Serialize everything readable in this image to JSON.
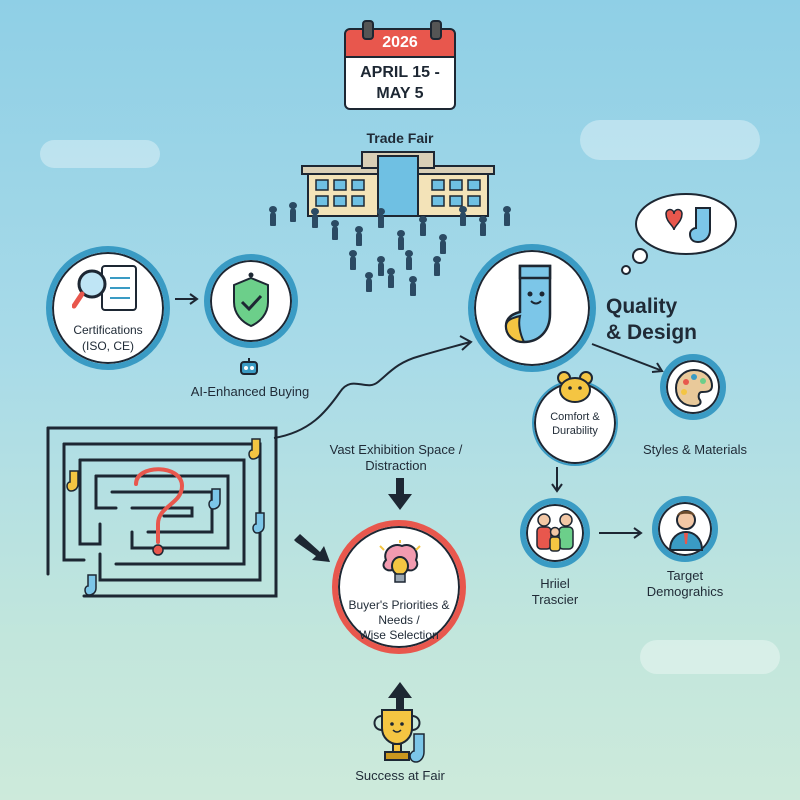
{
  "calendar": {
    "year": "2026",
    "dates_line1": "APRIL 15 -",
    "dates_line2": "MAY 5"
  },
  "trade_fair": {
    "title": "Trade Fair"
  },
  "certifications": {
    "label_line1": "Certifications",
    "label_line2": "(ISO, CE)"
  },
  "ai_buying": {
    "label": "AI-Enhanced Buying"
  },
  "quality_design": {
    "line1": "Quality",
    "line2": "& Design"
  },
  "comfort": {
    "line1": "Comfort &",
    "line2": "Durability"
  },
  "styles": {
    "label": "Styles & Materials"
  },
  "exhibition": {
    "line1": "Vast Exhibition Space /",
    "line2": "Distraction"
  },
  "priorities": {
    "line1": "Buyer's Priorities &",
    "line2": "Needs /",
    "line3": "Wise Selection"
  },
  "hriel": {
    "line1": "Hriiel",
    "line2": "Trascier"
  },
  "demographics": {
    "line1": "Target",
    "line2": "Demograhics"
  },
  "success": {
    "label": "Success at Fair"
  },
  "colors": {
    "blue_ring": "#3a9bc4",
    "red_ring": "#e8574d",
    "sock_blue": "#7cc6e8",
    "sock_yellow": "#f4c542"
  }
}
